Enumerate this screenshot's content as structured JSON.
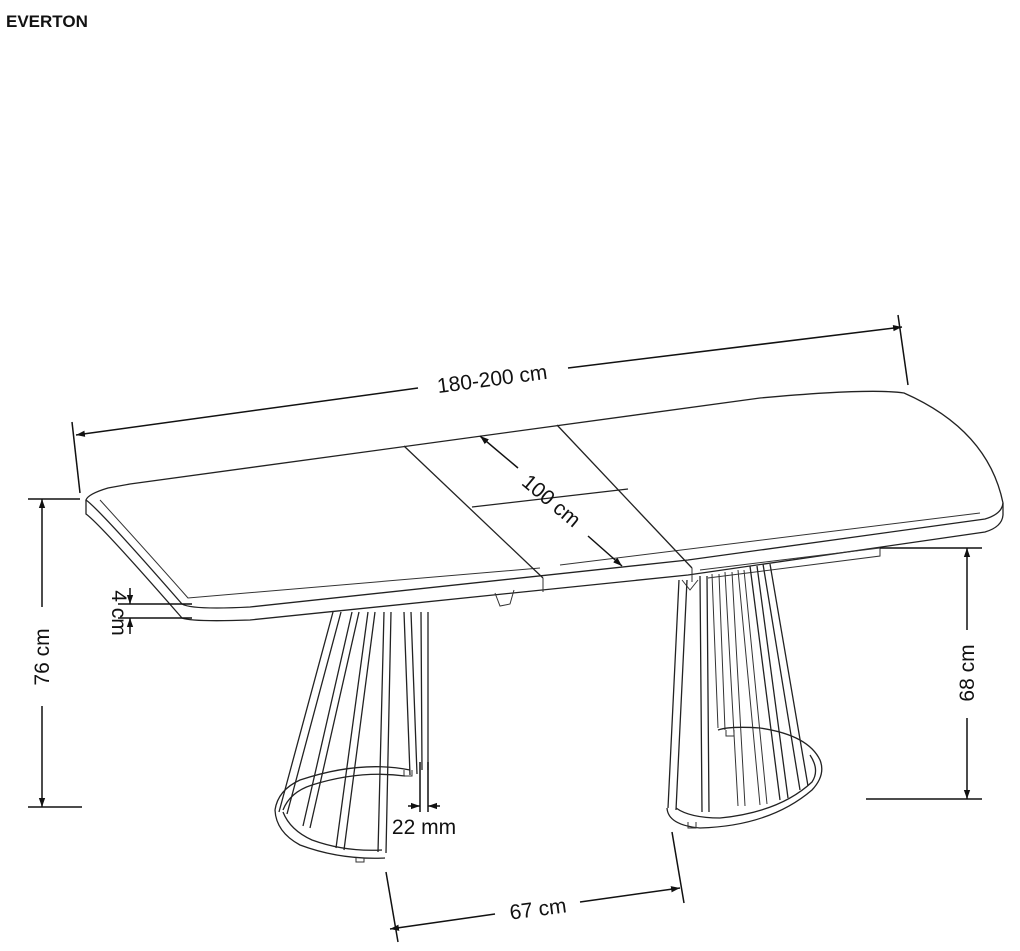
{
  "title": "EVERTON",
  "dimensions": {
    "length": "180-200 cm",
    "extension": "100 cm",
    "height": "76 cm",
    "top_thickness": "4 cm",
    "leg_height": "68 cm",
    "rod_diameter": "22 mm",
    "base_width": "67 cm"
  }
}
